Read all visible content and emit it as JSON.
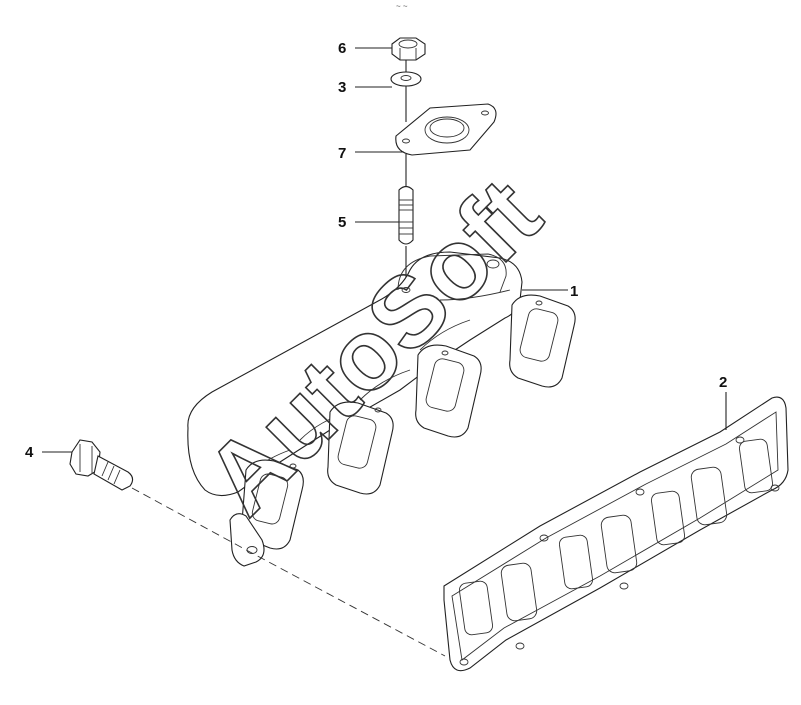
{
  "diagram": {
    "top_mark": "~ ~",
    "watermark": "AutoSoft",
    "labels": [
      {
        "id": "nut",
        "text": "6"
      },
      {
        "id": "washer",
        "text": "3"
      },
      {
        "id": "flange-gasket",
        "text": "7"
      },
      {
        "id": "stud",
        "text": "5"
      },
      {
        "id": "manifold",
        "text": "1"
      },
      {
        "id": "manifold-gasket",
        "text": "2"
      },
      {
        "id": "bolt",
        "text": "4"
      }
    ]
  }
}
